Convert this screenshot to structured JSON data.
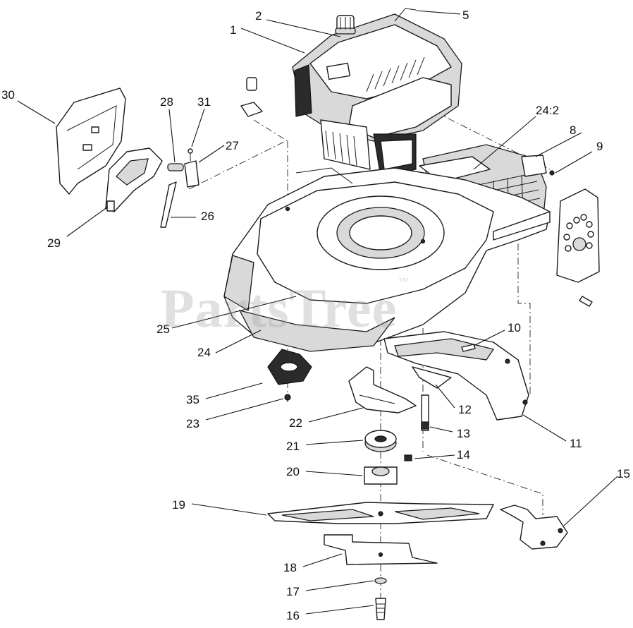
{
  "watermark": {
    "text": "PartsTree",
    "mark": "™"
  },
  "callouts": {
    "c1": "1",
    "c2": "2",
    "c5": "5",
    "c30": "30",
    "c28": "28",
    "c31": "31",
    "c27": "27",
    "c24_2": "24:2",
    "c8": "8",
    "c9": "9",
    "c26": "26",
    "c29": "29",
    "c25": "25",
    "c24": "24",
    "c10": "10",
    "c35": "35",
    "c23": "23",
    "c22": "22",
    "c12": "12",
    "c13": "13",
    "c11": "11",
    "c21": "21",
    "c14": "14",
    "c20": "20",
    "c15": "15",
    "c19": "19",
    "c18": "18",
    "c17": "17",
    "c16": "16"
  }
}
